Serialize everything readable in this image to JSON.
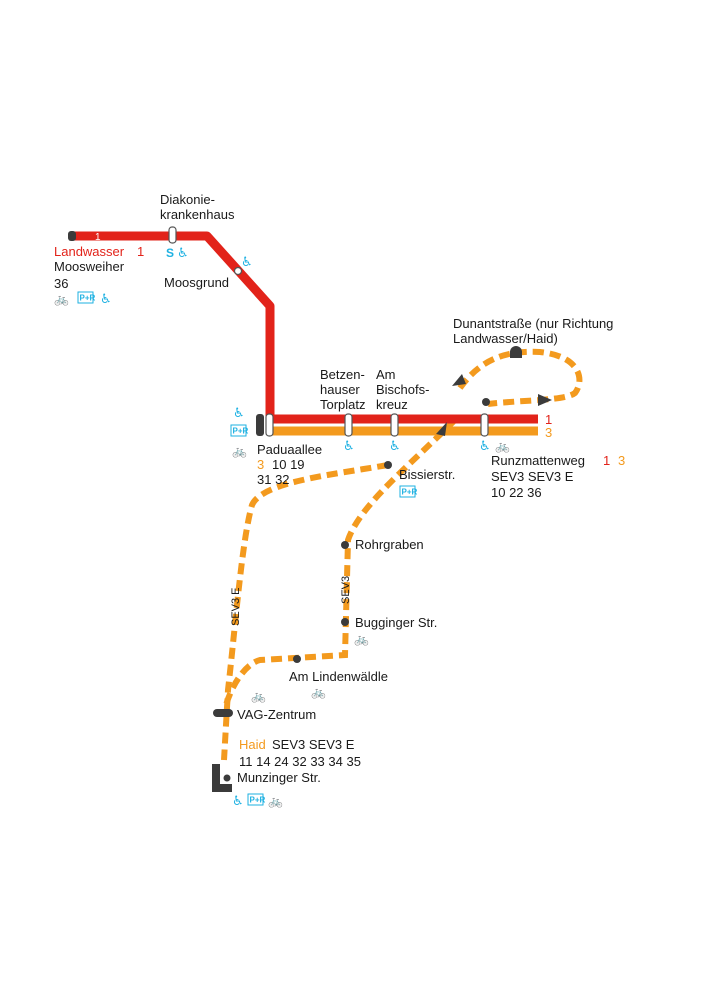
{
  "colors": {
    "line1": "#e2231a",
    "line3": "#f39a1e",
    "dark": "#3b3b3b",
    "icon_blue": "#1eb1e2",
    "bike": "#e2231a"
  },
  "icons": {
    "accessible": "wheelchair-icon",
    "bike": "bike-icon",
    "park_ride": "park-and-ride-icon",
    "s_bahn": "s-bahn-icon",
    "direction": "direction-arrow-icon"
  },
  "glyphs": {
    "wheelchair": "♿",
    "bike": "🚲",
    "park_ride": "P+R",
    "s": "S"
  },
  "lines": {
    "line1_marker": "1",
    "line1_end_label": "1",
    "line3_end_label": "3"
  },
  "stops": {
    "diakonie": {
      "name_1": "Diakonie-",
      "name_2": "krankenhaus"
    },
    "landwasser": {
      "name": "Landwasser",
      "line": "1",
      "sub": "Moosweiher",
      "buses": "36"
    },
    "moosgrund": {
      "name": "Moosgrund"
    },
    "paduaallee": {
      "name": "Paduaallee",
      "line": "3",
      "buses_1": "10 19",
      "buses_2": "31 32"
    },
    "betzenhauser": {
      "name_1": "Betzen-",
      "name_2": "hauser",
      "name_3": "Torplatz"
    },
    "bischofskreuz": {
      "name_1": "Am",
      "name_2": "Bischofs-",
      "name_3": "kreuz"
    },
    "dunant": {
      "name_1": "Dunantstraße (nur Richtung",
      "name_2": "Landwasser/Haid)"
    },
    "runzmattenweg": {
      "name": "Runzmattenweg",
      "line_1": "1",
      "line_3": "3",
      "sev": "SEV3 SEV3 E",
      "buses": "10 22 36"
    },
    "bissier": {
      "name": "Bissierstr."
    },
    "rohrgraben": {
      "name": "Rohrgraben"
    },
    "bugginger": {
      "name": "Bugginger Str."
    },
    "lindenwaeldle": {
      "name": "Am Lindenwäldle"
    },
    "vag": {
      "name": "VAG-Zentrum"
    },
    "haid": {
      "name": "Haid",
      "sev": "SEV3 SEV3 E",
      "buses": "11 14 24 32 33 34 35",
      "sub": "Munzinger Str."
    }
  },
  "route_labels": {
    "sev3e": "SEV3 E",
    "sev3": "SEV3"
  }
}
